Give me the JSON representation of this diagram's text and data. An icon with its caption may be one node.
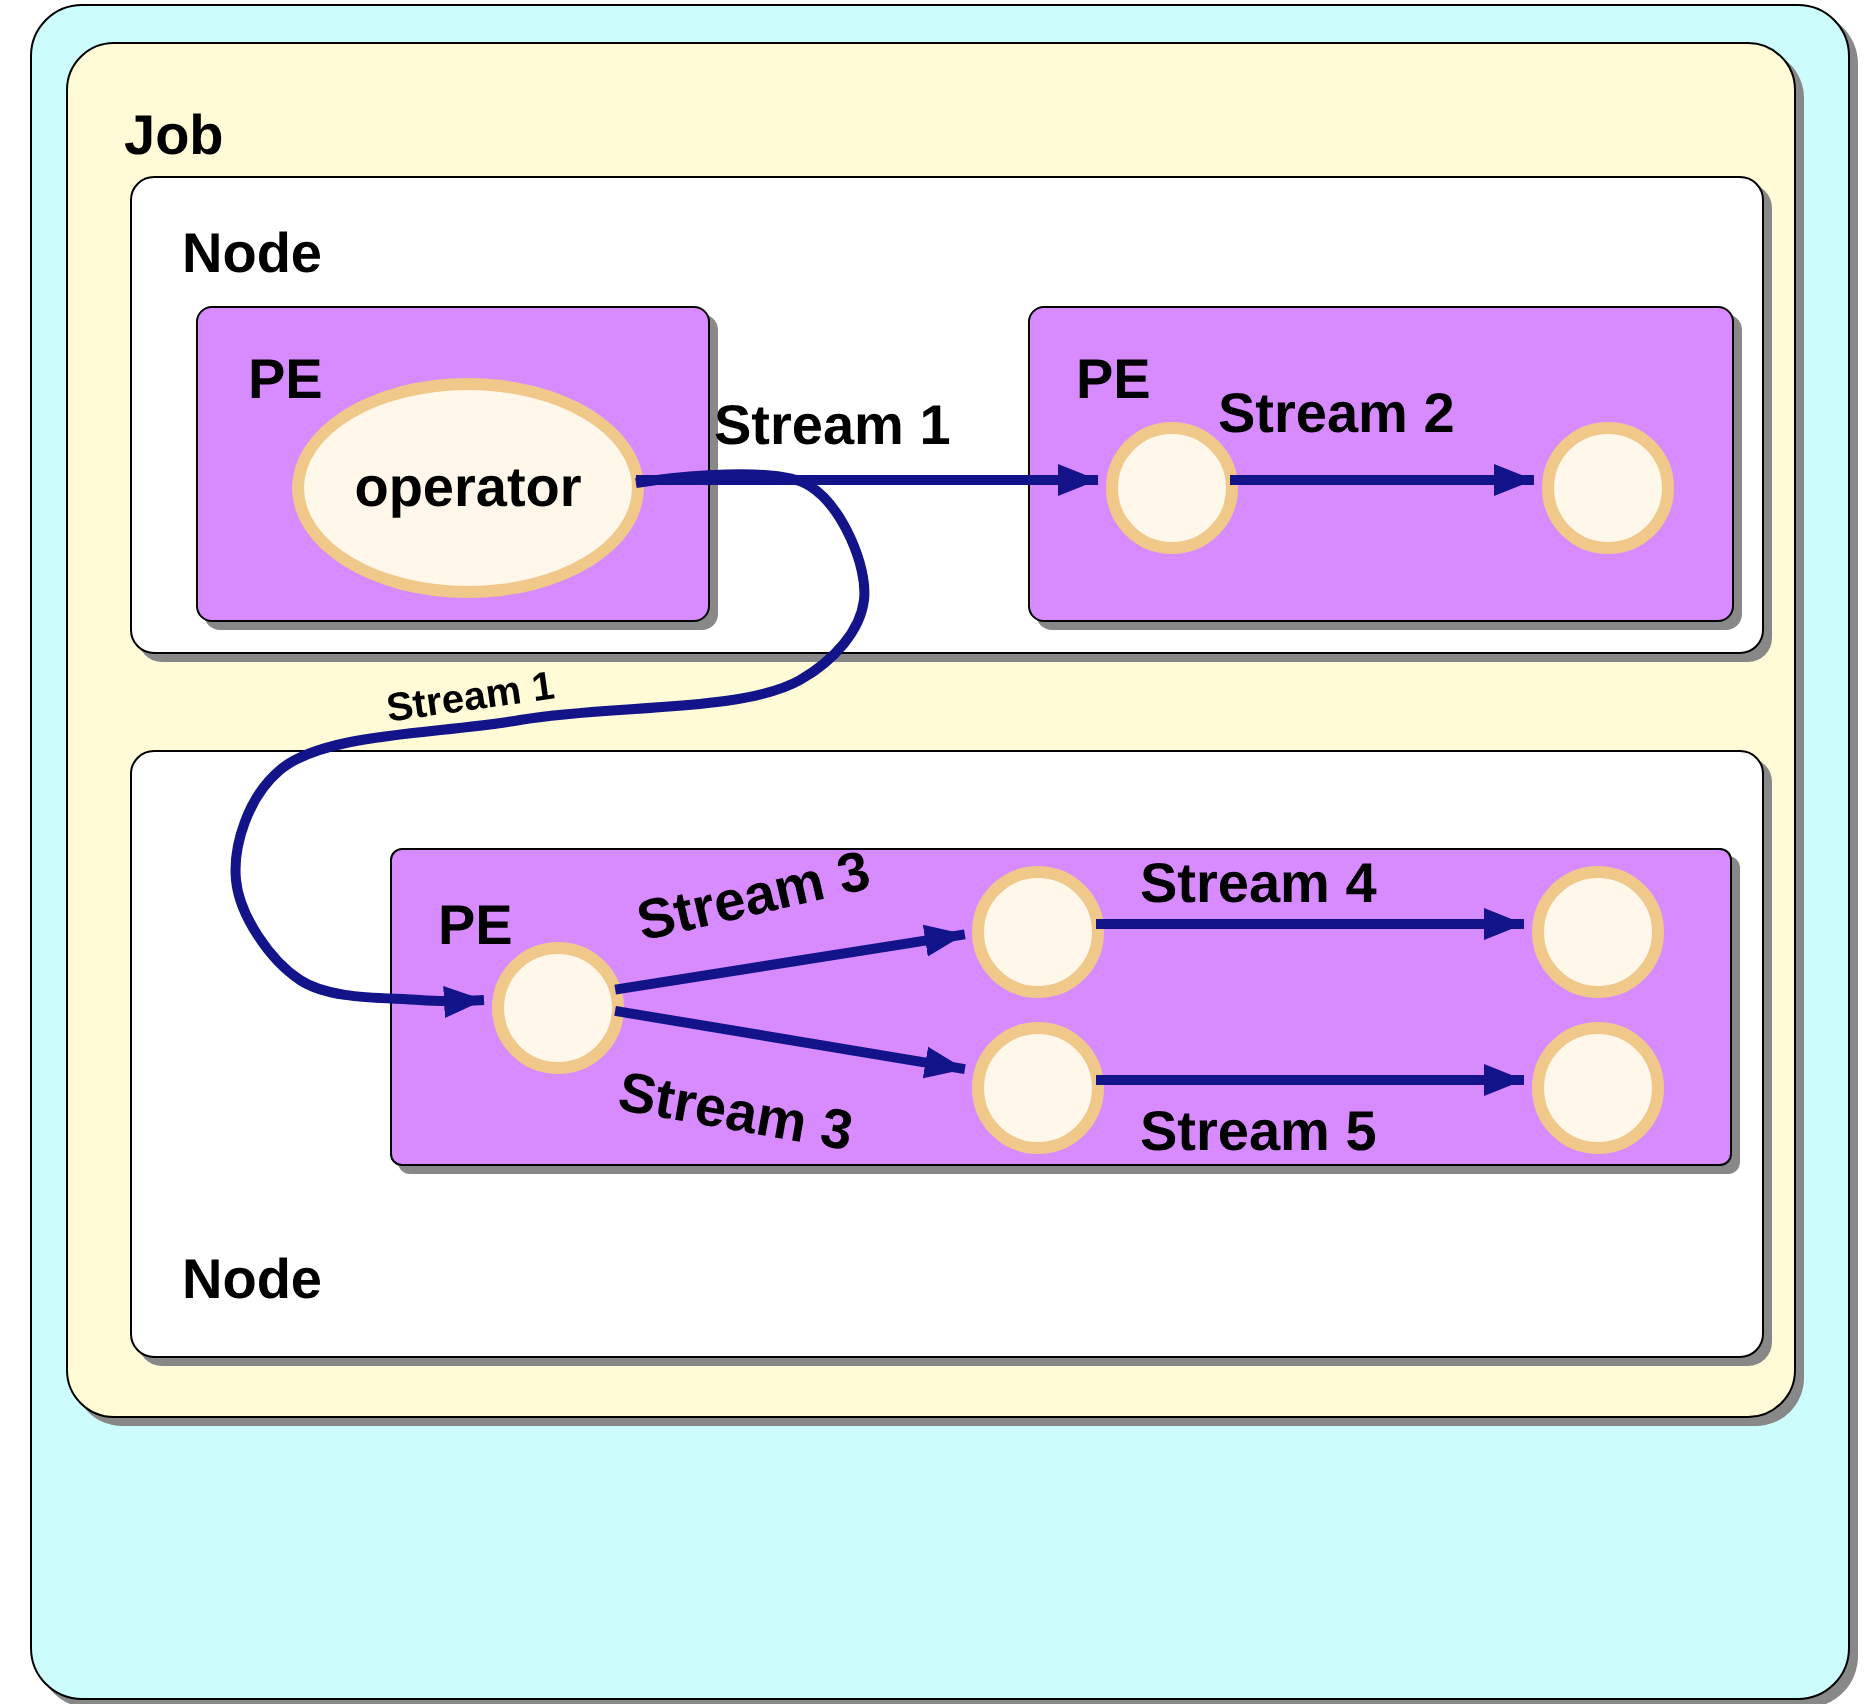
{
  "diagram": {
    "nodes": [
      {
        "text": [],
        "shape": "box"
      },
      {
        "text": [
          "Job"
        ],
        "in": 0
      },
      {
        "text": [
          "Node"
        ],
        "in": 1
      },
      {
        "text": [
          "PE"
        ],
        "in": 2
      },
      {
        "text": [
          "operator"
        ],
        "in": 3
      },
      {
        "text": [
          "PE"
        ],
        "in": 2
      },
      {
        "text": [],
        "shape": "circle",
        "in": 5
      },
      {
        "text": [],
        "shape": "circle",
        "in": 5
      },
      {
        "text": [
          "Node"
        ],
        "in": 1
      },
      {
        "text": [
          "PE"
        ],
        "in": 8
      },
      {
        "text": [],
        "shape": "circle",
        "in": 9
      },
      {
        "text": [],
        "shape": "circle",
        "in": 9
      },
      {
        "text": [],
        "shape": "circle",
        "in": 9
      },
      {
        "text": [],
        "shape": "circle",
        "in": 9
      },
      {
        "text": [],
        "shape": "circle",
        "in": 9
      }
    ],
    "edges": [
      {
        "from": 4,
        "to": 6,
        "arrow": "to",
        "label": "Stream 1"
      },
      {
        "from": 6,
        "to": 7,
        "arrow": "to",
        "label": "Stream 2"
      },
      {
        "from": 4,
        "to": 10,
        "arrow": "to",
        "label": "Stream 1"
      },
      {
        "from": 10,
        "to": 11,
        "arrow": "to",
        "label": "Stream 3"
      },
      {
        "from": 10,
        "to": 12,
        "arrow": "to",
        "label": "Stream 3"
      },
      {
        "from": 11,
        "to": 13,
        "arrow": "to",
        "label": "Stream 4"
      },
      {
        "from": 12,
        "to": 14,
        "arrow": "to",
        "label": "Stream 5"
      }
    ]
  }
}
